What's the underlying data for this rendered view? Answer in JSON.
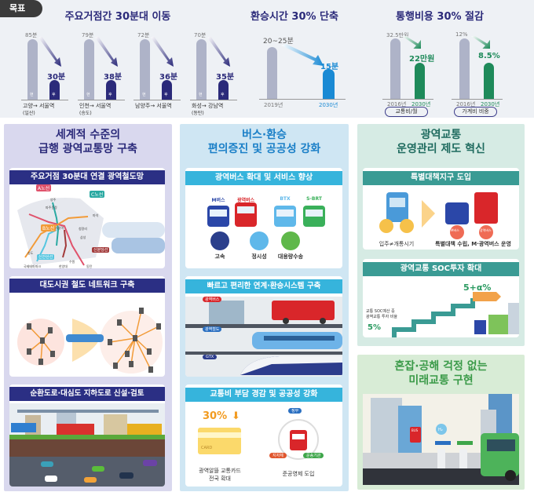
{
  "goal_tag": "목표",
  "goals": {
    "travel": {
      "title": "주요거점간 30분대 이동",
      "routes": [
        {
          "before": "85분",
          "after": "30분",
          "from": "고양",
          "to": "서울역",
          "sub": "(일산)"
        },
        {
          "before": "79분",
          "after": "38분",
          "from": "인천",
          "to": "서울역",
          "sub": "(송도)"
        },
        {
          "before": "72분",
          "after": "36분",
          "from": "남양주",
          "to": "서울역",
          "sub": ""
        },
        {
          "before": "70분",
          "after": "35분",
          "from": "화성",
          "to": "강남역",
          "sub": "(동탄)"
        }
      ],
      "arrow": "→",
      "now": "현",
      "after_mark": "후"
    },
    "transfer": {
      "title": "환승시간 30% 단축",
      "before": "20~25분",
      "after": "15분",
      "year_before": "2019년",
      "year_after": "2030년"
    },
    "cost": {
      "title": "통행비용 30% 절감",
      "items": [
        {
          "before": "32.5만원",
          "after": "22만원",
          "year_before": "2016년",
          "year_after": "2030년",
          "label": "교통비/월"
        },
        {
          "before": "12%",
          "after": "8.5%",
          "year_before": "2016년",
          "year_after": "2030년",
          "label": "가계비 비중"
        }
      ]
    }
  },
  "col1": {
    "title1": "세계적 수준의",
    "title2": "급행 광역교통망 구축",
    "box1": {
      "header": "주요거점 30분대 연결 광역철도망",
      "lines": [
        "A노선",
        "B노선",
        "C노선",
        "신안산선",
        "신분당선"
      ],
      "stations": [
        "양주",
        "파주운정",
        "마석",
        "서울역",
        "청량리",
        "삼성",
        "송도",
        "수원",
        "동탄",
        "국제테마파크",
        "한양대"
      ]
    },
    "box2": {
      "header": "대도시권 철도 네트워크 구축"
    },
    "box3": {
      "header": "순환도로·대심도 지하도로 신설·검토"
    }
  },
  "col2": {
    "title1": "버스·환승",
    "title2": "편의증진 및 공공성 강화",
    "box1": {
      "header": "광역버스 확대 및 서비스 향상",
      "buses": [
        "M버스",
        "광역버스",
        "BTX",
        "S-BRT"
      ],
      "features": [
        "고속",
        "정시성",
        "대용량수송"
      ]
    },
    "box2": {
      "header": "빠르고 편리한 연계·환승시스템 구축",
      "tags": [
        "광역버스",
        "광역철도",
        "GTX"
      ]
    },
    "box3": {
      "header": "교통비 부담 경감 및 공공성 강화",
      "discount": "30%",
      "card": "CARD",
      "card_caption1": "광역알뜰 교통카드",
      "card_caption2": "전국 확대",
      "ring": [
        "정부",
        "지자체",
        "운송기관"
      ],
      "ring_caption": "준공영제 도입"
    }
  },
  "col3": {
    "title1": "광역교통",
    "title2": "운영관리 제도 혁신",
    "box1": {
      "header": "특별대책지구 도입",
      "left_caption": "입주≠개통시기",
      "right_caption": "특별대책 수립, M·광역버스 운영",
      "badges": [
        "M버스",
        "광역버스"
      ]
    },
    "box2": {
      "header": "광역교통 SOC투자 확대",
      "target": "5+α%",
      "desc1": "교통 SOC예산 중",
      "desc2": "광역교통 투자 비율",
      "current": "5%"
    },
    "bottom": {
      "title1": "혼잡·공해 걱정 없는",
      "title2": "미래교통 구현",
      "bus_sign": "BUS",
      "h2": "H₂"
    }
  },
  "colors": {
    "navy": "#2b2a7a",
    "blue": "#1a8ad4",
    "green": "#1e8a5a",
    "teal": "#3a9b94"
  }
}
